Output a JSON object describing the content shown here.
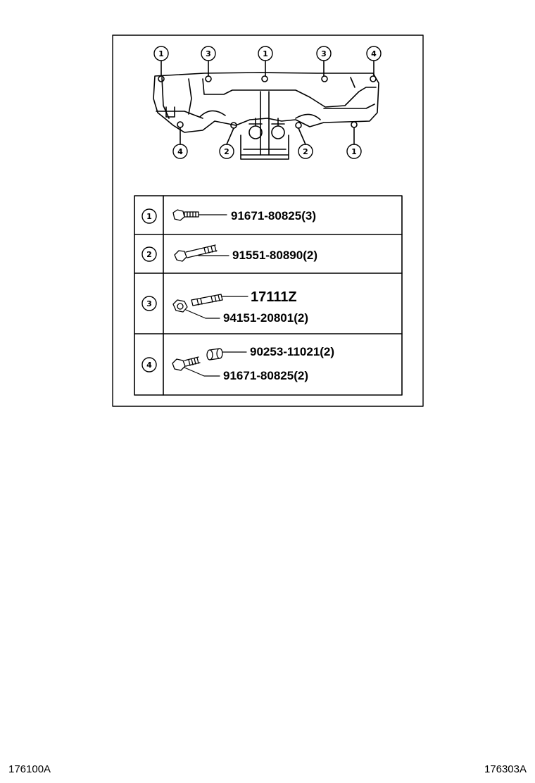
{
  "callouts": {
    "top": [
      "1",
      "3",
      "1",
      "3",
      "4"
    ],
    "bottom": [
      "4",
      "2",
      "2",
      "1"
    ]
  },
  "legend": {
    "rows": [
      {
        "key": "1",
        "parts": [
          {
            "number": "91671-80825(3)"
          }
        ]
      },
      {
        "key": "2",
        "parts": [
          {
            "number": "91551-80890(2)"
          }
        ]
      },
      {
        "key": "3",
        "parts": [
          {
            "number": "17111Z"
          },
          {
            "number": "94151-20801(2)"
          }
        ]
      },
      {
        "key": "4",
        "parts": [
          {
            "number": "90253-11021(2)"
          },
          {
            "number": "91671-80825(2)"
          }
        ]
      }
    ]
  },
  "footer": {
    "left_code": "176100A",
    "right_code": "176303A"
  }
}
